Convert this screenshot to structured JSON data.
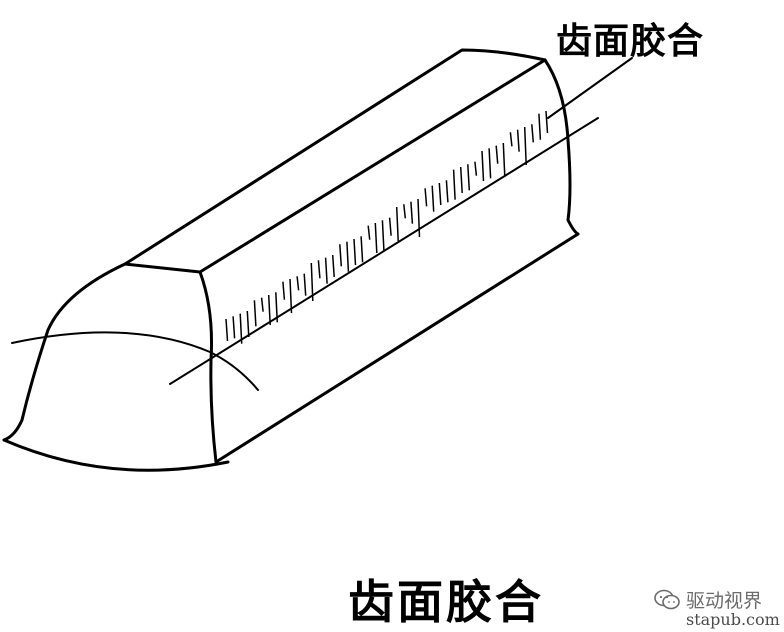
{
  "diagram": {
    "callout_label": "齿面胶合",
    "caption": "齿面胶合"
  },
  "watermark": {
    "account": "驱动视界",
    "icon": "wechat-icon",
    "site": "stapub.com"
  }
}
